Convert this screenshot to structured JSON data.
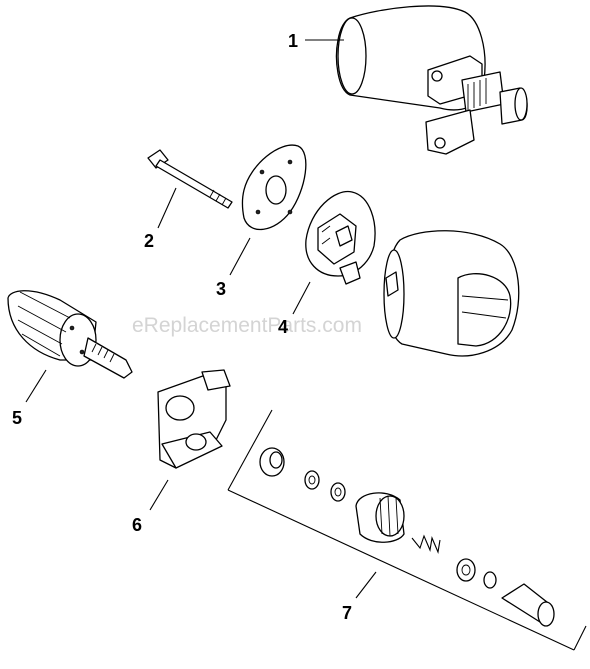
{
  "watermark": "eReplacementParts.com",
  "callouts": [
    {
      "id": "1",
      "label": "1"
    },
    {
      "id": "2",
      "label": "2"
    },
    {
      "id": "3",
      "label": "3"
    },
    {
      "id": "4",
      "label": "4"
    },
    {
      "id": "5",
      "label": "5"
    },
    {
      "id": "6",
      "label": "6"
    },
    {
      "id": "7",
      "label": "7"
    }
  ],
  "colors": {
    "line": "#000000",
    "background": "#ffffff",
    "watermark": "#d4d4d4"
  }
}
